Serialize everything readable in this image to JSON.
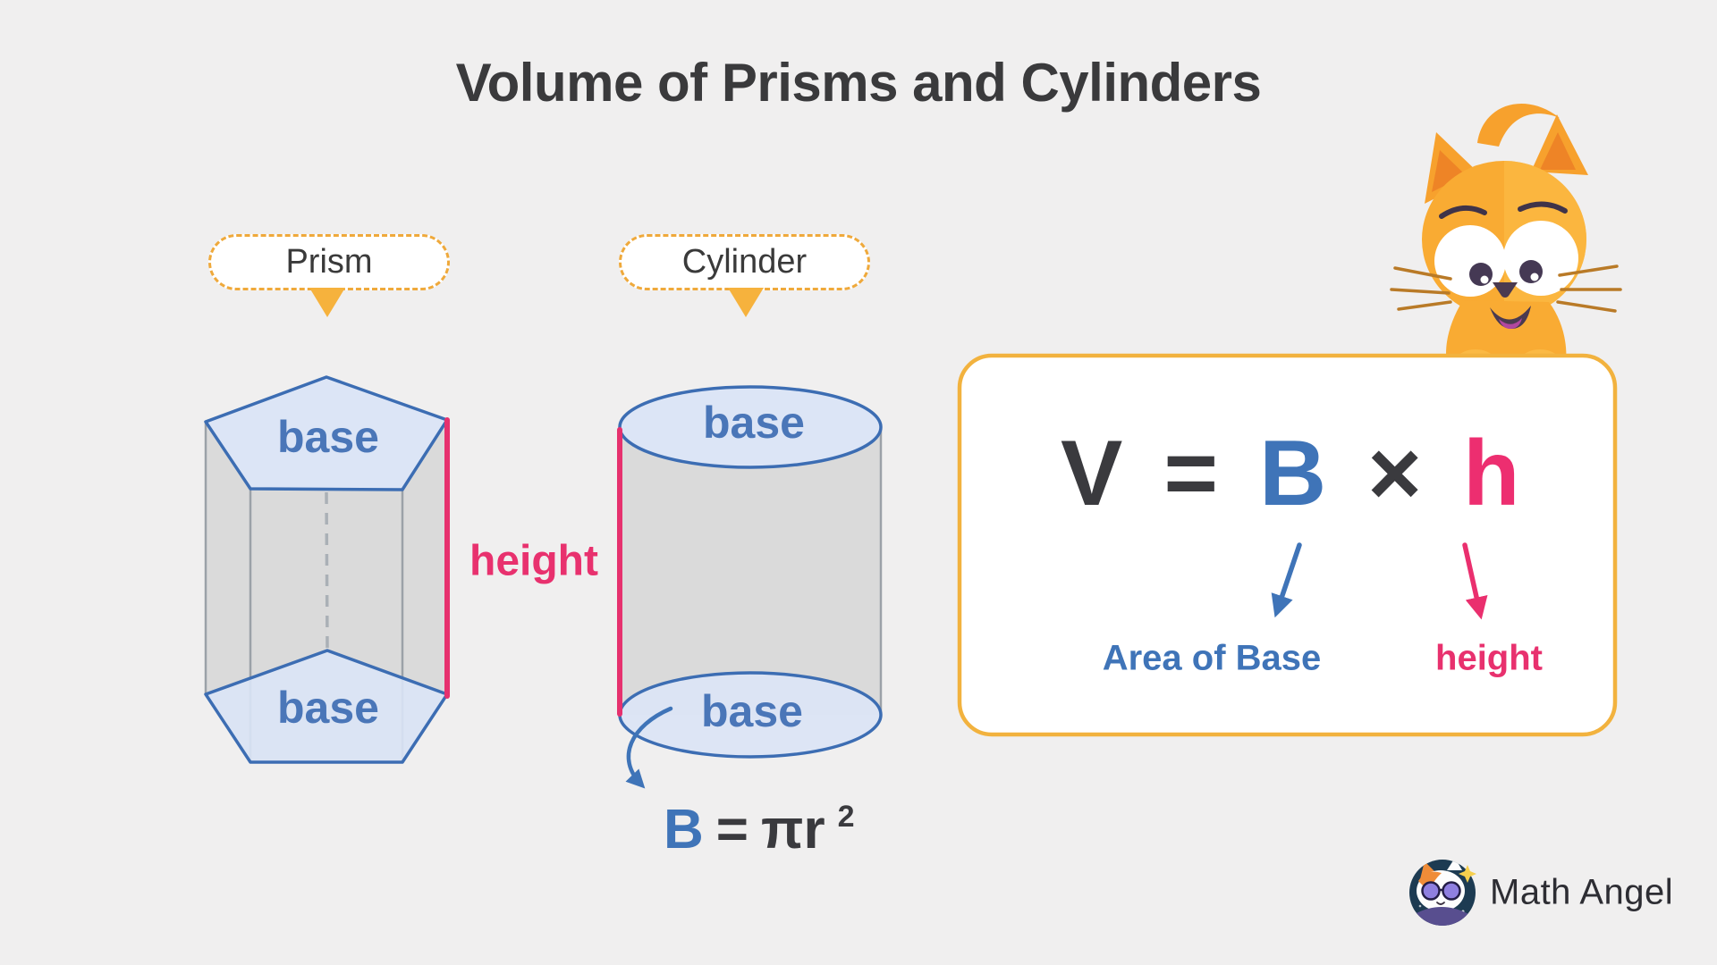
{
  "title": "Volume of Prisms and Cylinders",
  "prism": {
    "label": "Prism",
    "base_top": "base",
    "base_bottom": "base"
  },
  "cylinder": {
    "label": "Cylinder",
    "base_top": "base",
    "base_bottom": "base"
  },
  "height_label": "height",
  "base_area_formula": {
    "B": "B",
    "equals": "=",
    "pi_r": "πr",
    "exponent": "2"
  },
  "volume_formula": {
    "V": "V",
    "equals": "=",
    "B": "B",
    "times": "×",
    "h": "h",
    "annotation_base": "Area of Base",
    "annotation_height": "height"
  },
  "branding": {
    "name": "Math Angel"
  },
  "colors": {
    "background": "#f0efef",
    "accent_orange": "#f2b23e",
    "accent_pink": "#e8316e",
    "accent_blue": "#3f74b8",
    "shape_fill_blue": "#dce5f6",
    "shape_fill_gray": "#dadada",
    "text_dark": "#3a3a3c"
  }
}
